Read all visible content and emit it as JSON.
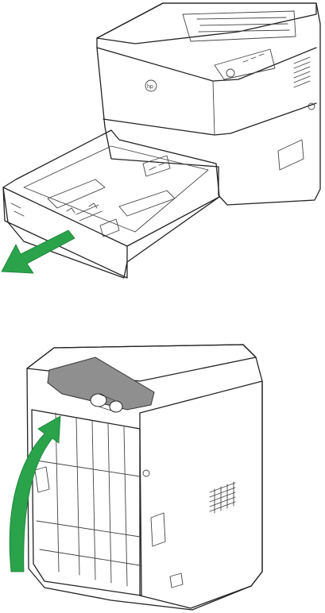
{
  "figure": {
    "steps": [
      {
        "action": "pull-tray-out",
        "arrow_color": "#2aa34a",
        "arrow_direction": "down-left"
      },
      {
        "action": "pull-rear-flap-up",
        "arrow_color": "#2aa34a",
        "arrow_direction": "up",
        "highlight_color": "#8f8f8f"
      }
    ],
    "brand_logo": "hp"
  }
}
